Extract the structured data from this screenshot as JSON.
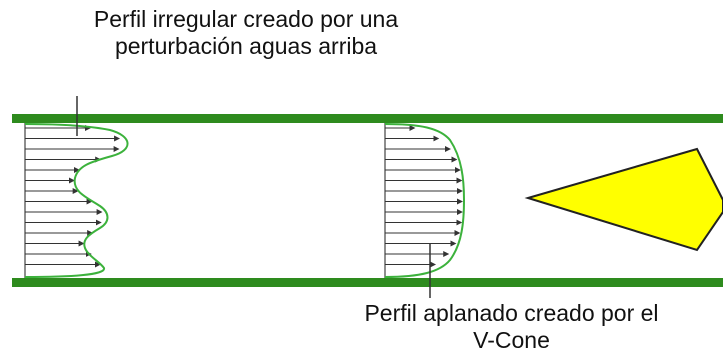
{
  "labels": {
    "upstream_line1": "Perfil irregular creado por una",
    "upstream_line2": "perturbación aguas arriba",
    "vcone_line1": "Perfil aplanado creado por el",
    "vcone_line2": "V-Cone"
  },
  "colors": {
    "pipe_wall": "#2e8b1e",
    "profile_curve": "#3cb23c",
    "arrow": "#333333",
    "cone_fill": "#ffff00",
    "cone_stroke": "#222222",
    "text": "#111111"
  },
  "icons": {
    "cone": "v-cone-element",
    "profile_irregular": "velocity-profile-irregular",
    "profile_flat": "velocity-profile-flattened"
  }
}
